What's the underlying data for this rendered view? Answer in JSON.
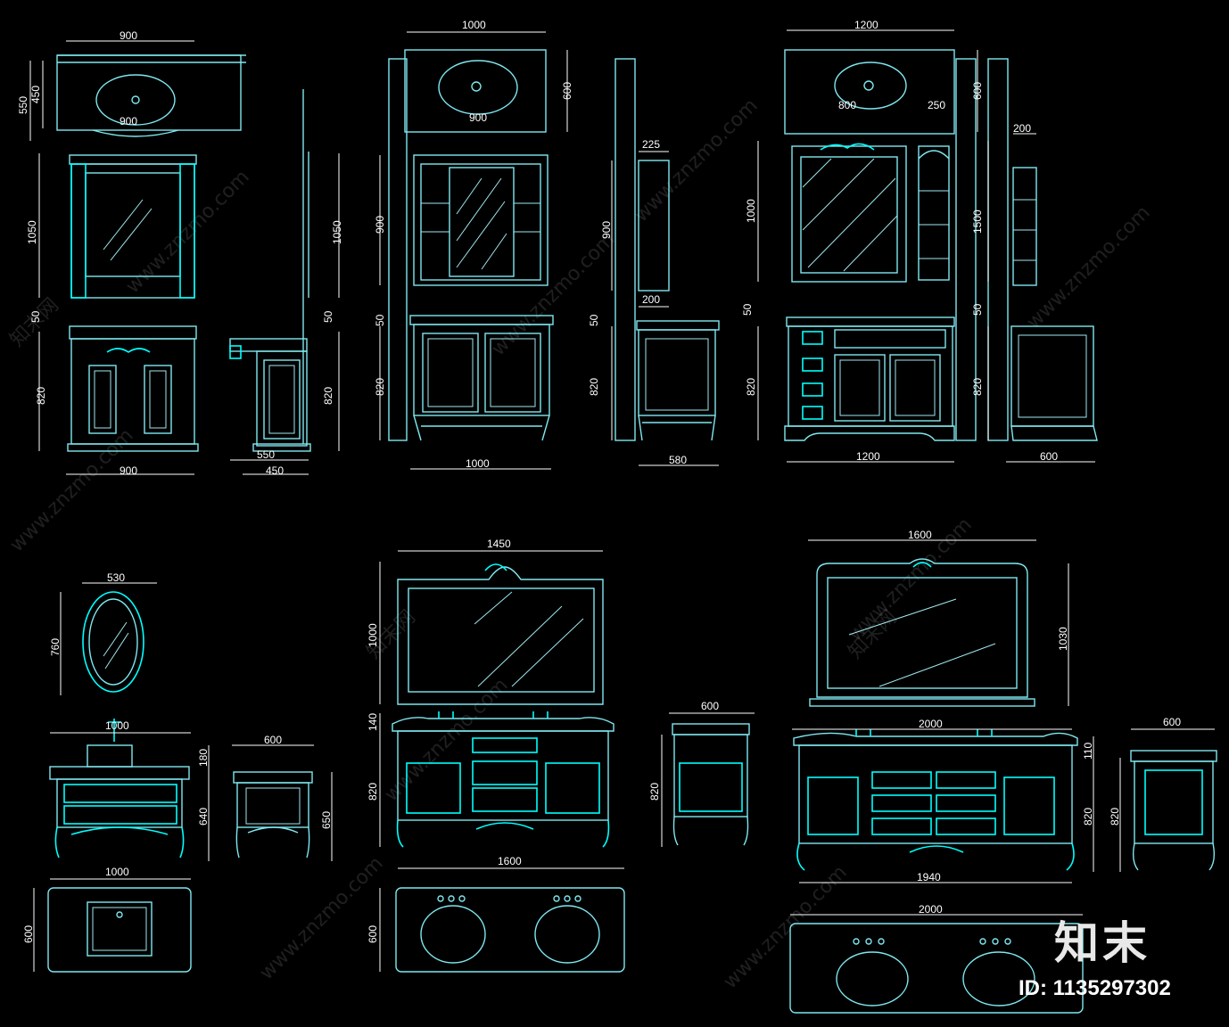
{
  "dimensions": [
    {
      "id": "d1",
      "text": "900"
    },
    {
      "id": "d2",
      "text": "550"
    },
    {
      "id": "d3",
      "text": "450"
    },
    {
      "id": "d4",
      "text": "900"
    },
    {
      "id": "d5",
      "text": "1050"
    },
    {
      "id": "d6",
      "text": "50"
    },
    {
      "id": "d7",
      "text": "820"
    },
    {
      "id": "d8",
      "text": "900"
    },
    {
      "id": "d9",
      "text": "1050"
    },
    {
      "id": "d10",
      "text": "50"
    },
    {
      "id": "d11",
      "text": "820"
    },
    {
      "id": "d12",
      "text": "550"
    },
    {
      "id": "d13",
      "text": "450"
    },
    {
      "id": "d14",
      "text": "1000"
    },
    {
      "id": "d15",
      "text": "600"
    },
    {
      "id": "d16",
      "text": "900"
    },
    {
      "id": "d17",
      "text": "900"
    },
    {
      "id": "d18",
      "text": "50"
    },
    {
      "id": "d19",
      "text": "820"
    },
    {
      "id": "d20",
      "text": "1000"
    },
    {
      "id": "d21",
      "text": "225"
    },
    {
      "id": "d22",
      "text": "900"
    },
    {
      "id": "d23",
      "text": "200"
    },
    {
      "id": "d24",
      "text": "50"
    },
    {
      "id": "d25",
      "text": "820"
    },
    {
      "id": "d26",
      "text": "580"
    },
    {
      "id": "d27",
      "text": "1200"
    },
    {
      "id": "d28",
      "text": "800"
    },
    {
      "id": "d29",
      "text": "250"
    },
    {
      "id": "d30",
      "text": "600"
    },
    {
      "id": "d31",
      "text": "1000"
    },
    {
      "id": "d32",
      "text": "1500"
    },
    {
      "id": "d33",
      "text": "200"
    },
    {
      "id": "d34",
      "text": "50"
    },
    {
      "id": "d35",
      "text": "820"
    },
    {
      "id": "d36",
      "text": "50"
    },
    {
      "id": "d37",
      "text": "820"
    },
    {
      "id": "d38",
      "text": "1200"
    },
    {
      "id": "d39",
      "text": "600"
    },
    {
      "id": "d40",
      "text": "530"
    },
    {
      "id": "d41",
      "text": "760"
    },
    {
      "id": "d42",
      "text": "1000"
    },
    {
      "id": "d43",
      "text": "180"
    },
    {
      "id": "d44",
      "text": "640"
    },
    {
      "id": "d45",
      "text": "600"
    },
    {
      "id": "d46",
      "text": "650"
    },
    {
      "id": "d47",
      "text": "1000"
    },
    {
      "id": "d48",
      "text": "600"
    },
    {
      "id": "d49",
      "text": "1450"
    },
    {
      "id": "d50",
      "text": "1000"
    },
    {
      "id": "d51",
      "text": "140"
    },
    {
      "id": "d52",
      "text": "820"
    },
    {
      "id": "d53",
      "text": "600"
    },
    {
      "id": "d54",
      "text": "820"
    },
    {
      "id": "d55",
      "text": "1600"
    },
    {
      "id": "d56",
      "text": "600"
    },
    {
      "id": "d57",
      "text": "1600"
    },
    {
      "id": "d58",
      "text": "1030"
    },
    {
      "id": "d59",
      "text": "2000"
    },
    {
      "id": "d60",
      "text": "110"
    },
    {
      "id": "d61",
      "text": "820"
    },
    {
      "id": "d62",
      "text": "600"
    },
    {
      "id": "d63",
      "text": "820"
    },
    {
      "id": "d64",
      "text": "1940"
    },
    {
      "id": "d65",
      "text": "2000"
    }
  ],
  "watermark": {
    "cn": "知末网",
    "url": "www.znzmo.com"
  },
  "brand": "知末",
  "image_id": "ID: 1135297302"
}
